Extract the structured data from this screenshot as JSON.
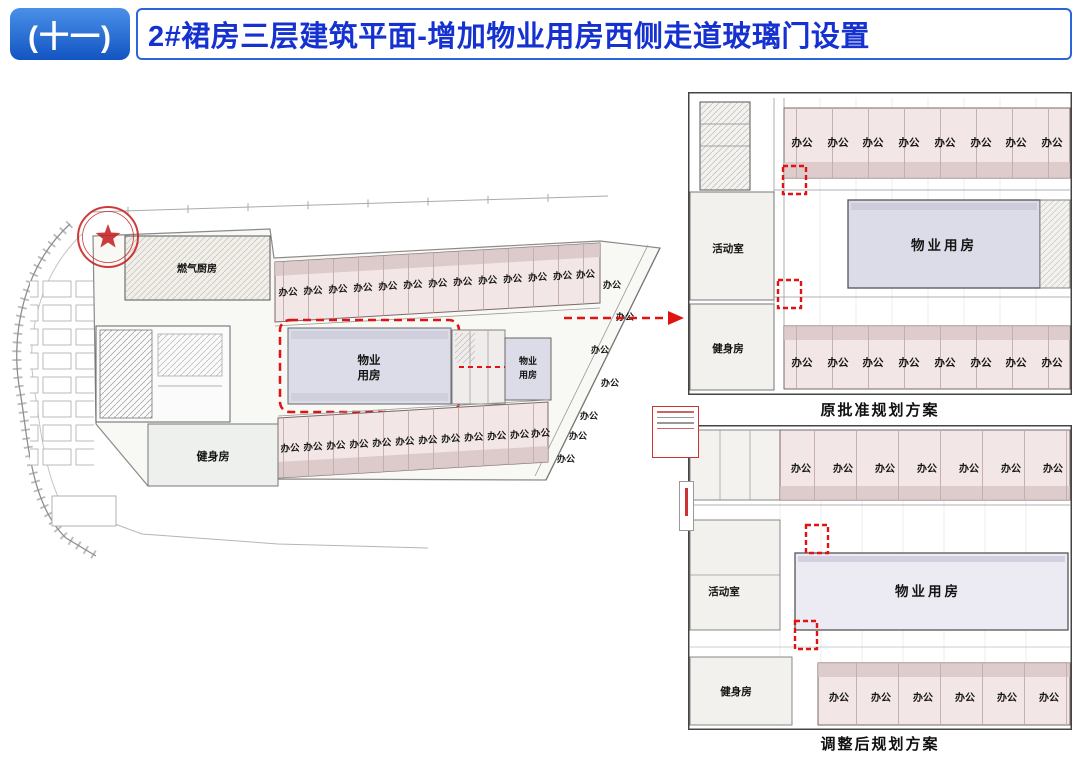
{
  "header": {
    "badge": "(十一)",
    "title": "2#裙房三层建筑平面-增加物业用房西侧走道玻璃门设置"
  },
  "labels": {
    "office": "办公",
    "property_room": "物业用房",
    "property_line1": "物业",
    "property_line2": "用房",
    "gym": "健身房",
    "activity_room": "活动室",
    "gas_kitchen": "燃气厨房"
  },
  "captions": {
    "original_plan": "原批准规划方案",
    "adjusted_plan": "调整后规划方案"
  },
  "colors": {
    "title_blue": "#1531d0",
    "badge_blue": "#1254c2",
    "highlight_red": "#e01212",
    "office_pink": "#f3e6e6",
    "property_lavender": "#dcdce8"
  },
  "icons": {
    "seal": "red-seal-stamp",
    "arrow": "dashed-arrow-right-icon"
  }
}
